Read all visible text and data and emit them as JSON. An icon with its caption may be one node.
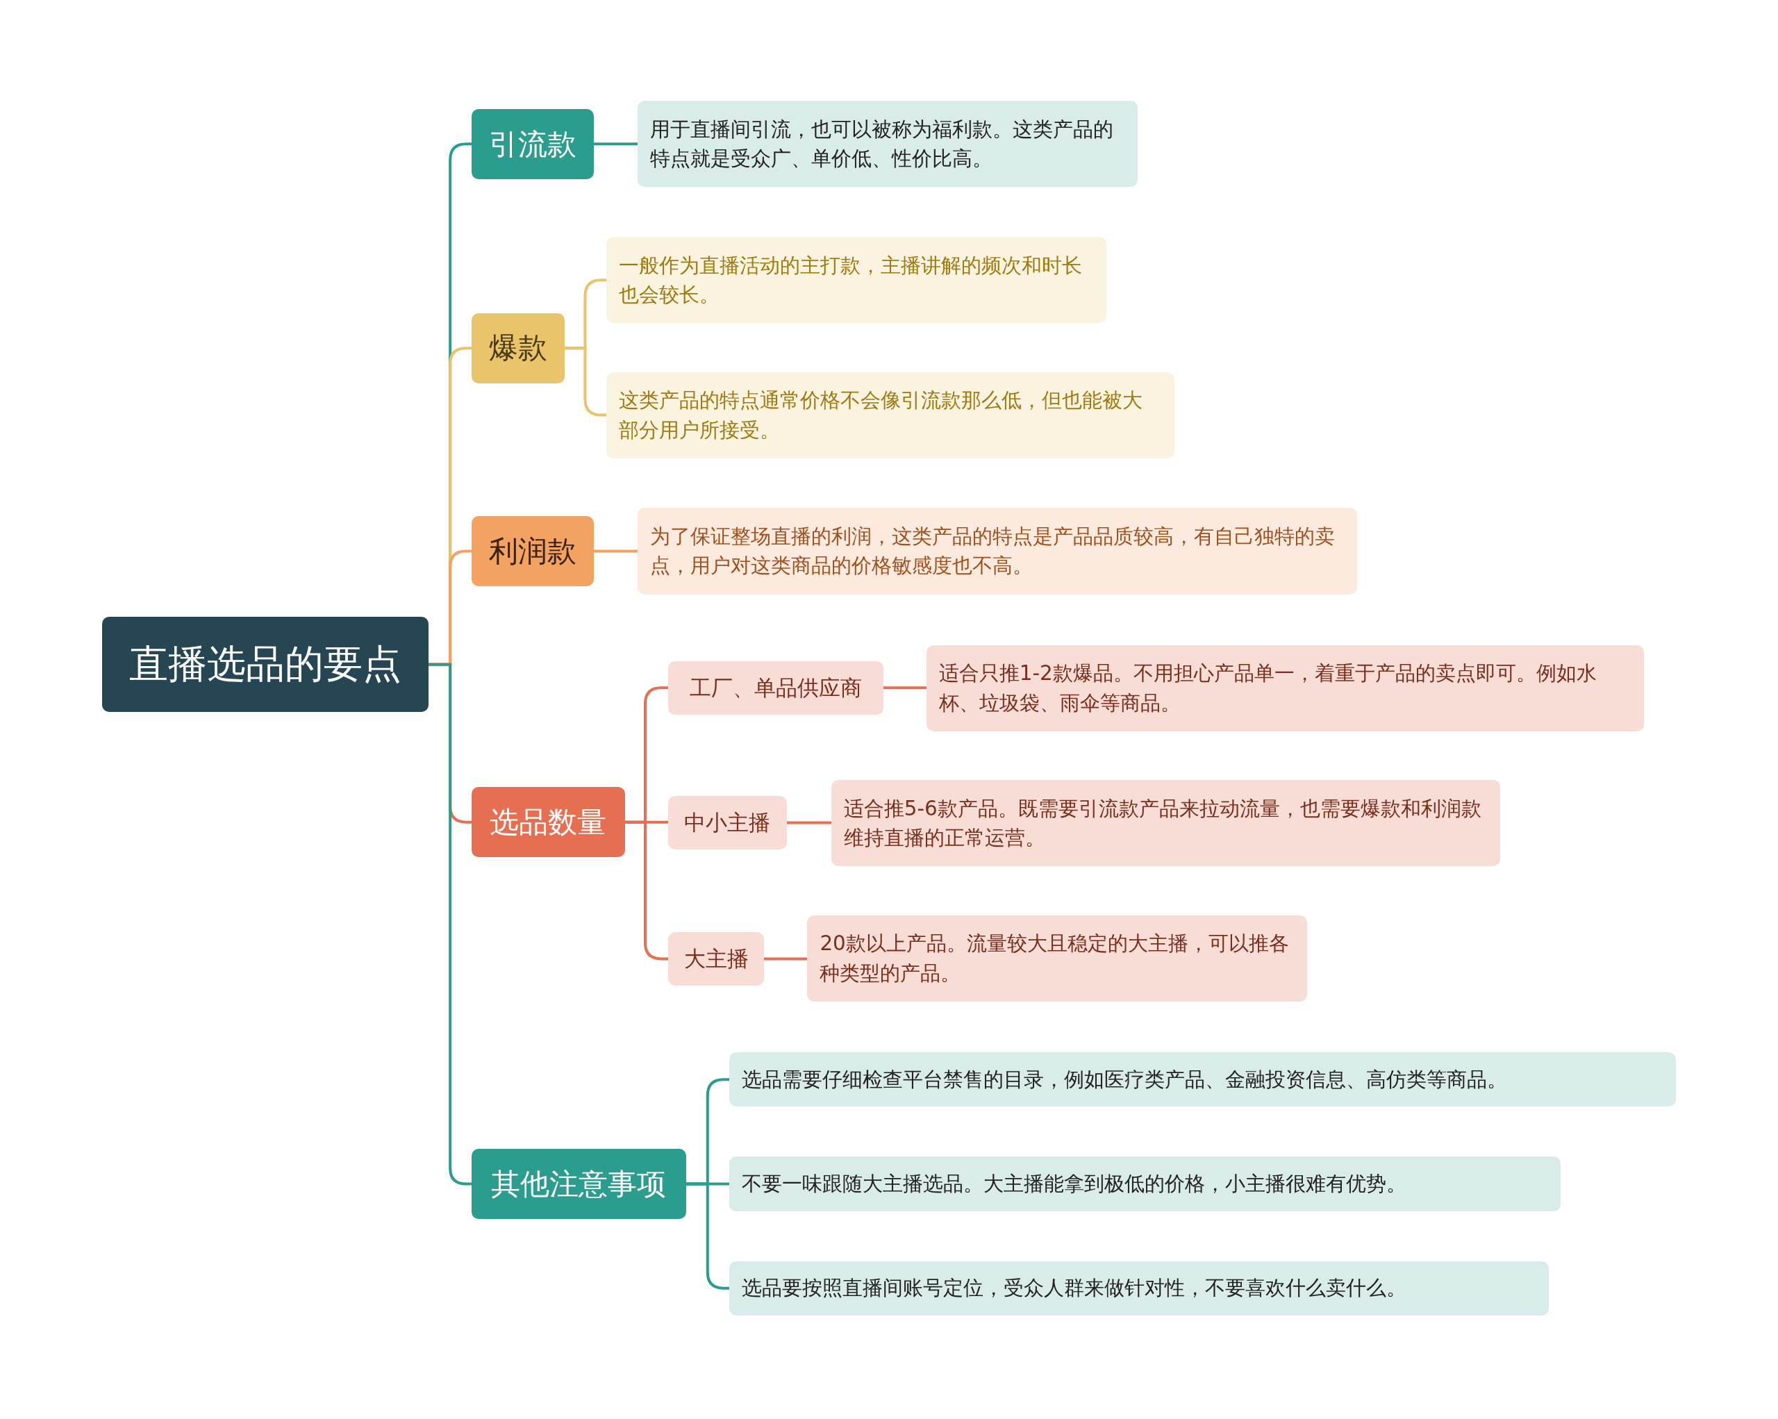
{
  "diagram": {
    "nodes": [
      {
        "text": [
          "直播选品的要点"
        ]
      },
      {
        "text": [
          "引流款"
        ]
      },
      {
        "text": [
          "用于直播间引流，也可以被称为福利款。这类产品的特点就是受众广、单价低、性价比高。"
        ]
      },
      {
        "text": [
          "爆款"
        ]
      },
      {
        "text": [
          "一般作为直播活动的主打款，主播讲解的频次和时长也会较长。"
        ]
      },
      {
        "text": [
          "这类产品的特点通常价格不会像引流款那么低，但也能被大部分用户所接受。"
        ]
      },
      {
        "text": [
          "利润款"
        ]
      },
      {
        "text": [
          "为了保证整场直播的利润，这类产品的特点是产品品质较高，有自己独特的卖点，用户对这类商品的价格敏感度也不高。"
        ]
      },
      {
        "text": [
          "选品数量"
        ]
      },
      {
        "text": [
          "工厂、单品供应商"
        ]
      },
      {
        "text": [
          "适合只推1-2款爆品。不用担心产品单一，着重于产品的卖点即可。例如水杯、垃圾袋、雨伞等商品。"
        ]
      },
      {
        "text": [
          "中小主播"
        ]
      },
      {
        "text": [
          "适合推5-6款产品。既需要引流款产品来拉动流量，也需要爆款和利润款维持直播的正常运营。"
        ]
      },
      {
        "text": [
          "大主播"
        ]
      },
      {
        "text": [
          "20款以上产品。流量较大且稳定的大主播，可以推各种类型的产品。"
        ]
      },
      {
        "text": [
          "其他注意事项"
        ]
      },
      {
        "text": [
          "选品需要仔细检查平台禁售的目录，例如医疗类产品、金融投资信息、高仿类等商品。"
        ]
      },
      {
        "text": [
          "不要一味跟随大主播选品。大主播能拿到极低的价格，小主播很难有优势。"
        ]
      },
      {
        "text": [
          "选品要按照直播间账号定位，受众人群来做针对性，不要喜欢什么卖什么。"
        ]
      }
    ],
    "edges": [
      {
        "from": 0,
        "to": 1,
        "arrow": "none",
        "color": "#2a9d8f"
      },
      {
        "from": 1,
        "to": 2,
        "arrow": "none",
        "color": "#2a9d8f"
      },
      {
        "from": 0,
        "to": 3,
        "arrow": "none",
        "color": "#e9c46a"
      },
      {
        "from": 3,
        "to": 4,
        "arrow": "none",
        "color": "#e9c46a"
      },
      {
        "from": 3,
        "to": 5,
        "arrow": "none",
        "color": "#e9c46a"
      },
      {
        "from": 0,
        "to": 6,
        "arrow": "none",
        "color": "#f4a261"
      },
      {
        "from": 6,
        "to": 7,
        "arrow": "none",
        "color": "#f4a261"
      },
      {
        "from": 0,
        "to": 8,
        "arrow": "none",
        "color": "#e76f51"
      },
      {
        "from": 8,
        "to": 9,
        "arrow": "none",
        "color": "#e76f51"
      },
      {
        "from": 9,
        "to": 10,
        "arrow": "none",
        "color": "#e76f51"
      },
      {
        "from": 8,
        "to": 11,
        "arrow": "none",
        "color": "#e76f51"
      },
      {
        "from": 11,
        "to": 12,
        "arrow": "none",
        "color": "#e76f51"
      },
      {
        "from": 8,
        "to": 13,
        "arrow": "none",
        "color": "#e76f51"
      },
      {
        "from": 13,
        "to": 14,
        "arrow": "none",
        "color": "#e76f51"
      },
      {
        "from": 0,
        "to": 15,
        "arrow": "none",
        "color": "#2a9d8f"
      },
      {
        "from": 15,
        "to": 16,
        "arrow": "none",
        "color": "#2a9d8f"
      },
      {
        "from": 15,
        "to": 17,
        "arrow": "none",
        "color": "#2a9d8f"
      },
      {
        "from": 15,
        "to": 18,
        "arrow": "none",
        "color": "#2a9d8f"
      }
    ]
  }
}
